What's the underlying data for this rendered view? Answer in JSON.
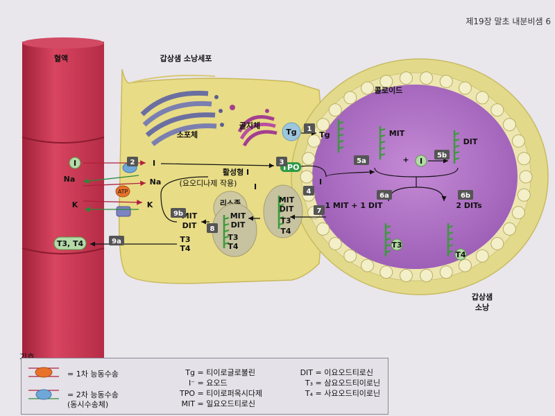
{
  "header": {
    "text": "제19장  말초 내분비샘  6"
  },
  "labels": {
    "blood": "혈액",
    "cell": "갑상샘 소낭세포",
    "colloid": "콜로이드",
    "follicle": [
      "갑상샘",
      "소낭"
    ],
    "endoplasmic": "소포체",
    "golgi": "골지체",
    "lysosome": "리소좀",
    "tg1": "Tg",
    "tg2": "Tg",
    "tpo": "TPO",
    "active_iodide": "활성형 I",
    "iodinase": "(요오디나제 작용)",
    "iodide": "I",
    "na_out": "Na",
    "na_in": "Na",
    "k_out": "K",
    "k_in": "K",
    "atp": "ATP",
    "mit": "MIT",
    "dit": "DIT",
    "plus": "+",
    "one_mit_one_dit": "1 MIT  +  1 DIT",
    "two_dits": "2 DITs",
    "t3": "T3",
    "t4": "T4",
    "t3t4_blood": "T3, T4"
  },
  "steps": [
    "1",
    "2",
    "3",
    "4",
    "5a",
    "5b",
    "6a",
    "6b",
    "7",
    "8",
    "9a",
    "9b"
  ],
  "legend": {
    "title": "기호",
    "primary": "= 1차 능동수송",
    "secondary": "= 2차 능동수송",
    "secondary_sub": "(동시수송체)",
    "defs": [
      {
        "key": "Tg",
        "val": "= 티이로글로불린"
      },
      {
        "key": "I⁻",
        "val": "= 요오드"
      },
      {
        "key": "TPO",
        "val": "= 티이로퍼옥시다제"
      },
      {
        "key": "MIT",
        "val": "= 일요오드티로신"
      },
      {
        "key": "DIT",
        "val": "= 이요오드티로신"
      },
      {
        "key": "T₃",
        "val": "= 삼요오드티이로닌"
      },
      {
        "key": "T₄",
        "val": "= 사요오드티이로닌"
      }
    ]
  },
  "colors": {
    "blood": "#c8354f",
    "cell": "#e6d77a",
    "colloid": "#b377c9",
    "cell_ring": "#dfd59a",
    "step_box": "#555555",
    "chain": "#3a9a3a"
  }
}
